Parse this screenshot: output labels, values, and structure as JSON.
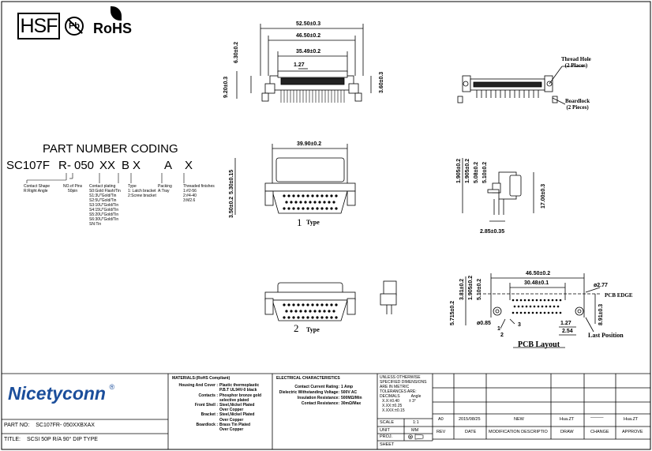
{
  "header": {
    "hsf": "HSF",
    "pb": "Pb",
    "rohs": "RoHS"
  },
  "coding": {
    "title": "PART NUMBER CODING",
    "parts": [
      "SC107F",
      "R",
      "-",
      "050",
      "XX",
      "B",
      "X",
      "A",
      "X"
    ],
    "desc": {
      "contact_shape": [
        "Contact Shape",
        "R:Right Angle"
      ],
      "pins": [
        "NO.of Pins",
        "50pin"
      ],
      "plating": [
        "Contact plating",
        "S0:Gold Flash/Tin",
        "S1:3U\"Gold/Tin",
        "S2:5U\"Gold/Tin",
        "S3:10U\"Gold/Tin",
        "S4:15U\"Gold/Tin",
        "S5:20U\"Gold/Tin",
        "S6:30U\"Gold/Tin",
        "SN:Tin"
      ],
      "type": [
        "Type",
        "1: Latch bracket",
        "2:Screw  bracket"
      ],
      "packing": [
        "Packing",
        "A:Tray"
      ],
      "thread": [
        "Threaded finishes",
        "1:#2-56",
        "2:#4-40",
        "3:M2.6"
      ]
    }
  },
  "dims": {
    "top": [
      "52.50±0.3",
      "46.50±0.2",
      "35.49±0.2",
      "1.27"
    ],
    "top_v": [
      "6.30±0.2",
      "9.20±0.3",
      "3.60±0.3"
    ],
    "type1": [
      "39.90±0.2",
      "5.30±0.15",
      "3.50±0.2"
    ],
    "side": [
      "1.905±0.2",
      "1.905±0.2",
      "5.08±0.2",
      "5.10±0.2",
      "17.00±0.3",
      "2.85±0.35"
    ],
    "pcb": [
      "46.50±0.2",
      "30.48±0.1",
      "ø2.77",
      "5.715±0.2",
      "3.81±0.2",
      "1.905±0.2",
      "5.10±0.2",
      "8.91±0.3",
      "ø0.85",
      "1.27",
      "2.54",
      "1",
      "2",
      "3"
    ]
  },
  "labels": {
    "thread_hole": [
      "Thread Hole",
      "(2 Places)"
    ],
    "boardlock": [
      "Boardlock",
      "(2 Pieces)"
    ],
    "type1": "Type",
    "type1_num": "1",
    "type2": "Type",
    "type2_num": "2",
    "pcb_edge": "PCB EDGE",
    "last_position": "Last Position",
    "pcb_layout": "PCB Layout"
  },
  "titleblock": {
    "company": "Nicetyconn",
    "reg": "®",
    "part_no_label": "PART NO:",
    "part_no": "SC107FR- 050XXBXAX",
    "title_label": "TITLE:",
    "title": "SCSI 50P R/A 90° DIP TYPE",
    "materials_title": "MATERIALS:(RoHS  Compliant)",
    "materials": [
      [
        "Housing And Cover :",
        "Plastic thermoplastic"
      ],
      [
        "",
        "P.B.T UL94V-0 black"
      ],
      [
        "Contacts :",
        "Phosphor bronze gold"
      ],
      [
        "",
        "selective plated"
      ],
      [
        "Front Shell :",
        "Steel,Nickel Plated"
      ],
      [
        "",
        "Over Copper"
      ],
      [
        "Bracket :",
        "Steel,Nickel Plated"
      ],
      [
        "",
        "Over Copper"
      ],
      [
        "Boardlock :",
        "Brass Tin Plated"
      ],
      [
        "",
        "Over Copper"
      ]
    ],
    "elec_title": "ELECTRICAL  CHARACTERISTICS",
    "elec": [
      [
        "Contact Current Rating:",
        "1 Amp"
      ],
      [
        "Dielectric Withstanding Voltage:",
        "500V AC"
      ],
      [
        "Insulation Resistance:",
        "500MΩ/Min"
      ],
      [
        "Contact Resistance:",
        "30mΩ/Max"
      ]
    ],
    "tolerance": [
      "UNLESS OTHERWISE",
      "SPECIFIED DIMENSIONS",
      "ARE IN METRIC",
      "TOLERANCES  ARE:"
    ],
    "decimals": [
      "DECIMALS",
      "Angle"
    ],
    "tol_vals": [
      "X.X:±0.40",
      "± 3°",
      "X.XX:±0.25",
      "X.XXX:±0.15"
    ],
    "scale_label": "SCALE",
    "scale": "1:1",
    "unit_label": "UNIT",
    "unit": "MM",
    "proj_label": "PROJ.",
    "sheet_label": "SHEET",
    "rev_row": {
      "rev": "A0",
      "date": "2015/08/25",
      "mod": "NEW",
      "draw": "Hua.ZT",
      "change": "———",
      "approve": "Hua.ZT"
    },
    "rev_headers": [
      "REV",
      "DATE",
      "MODIFICATION DESCRIPTIO",
      "DRAW",
      "CHANGE",
      "APPROVE"
    ]
  }
}
